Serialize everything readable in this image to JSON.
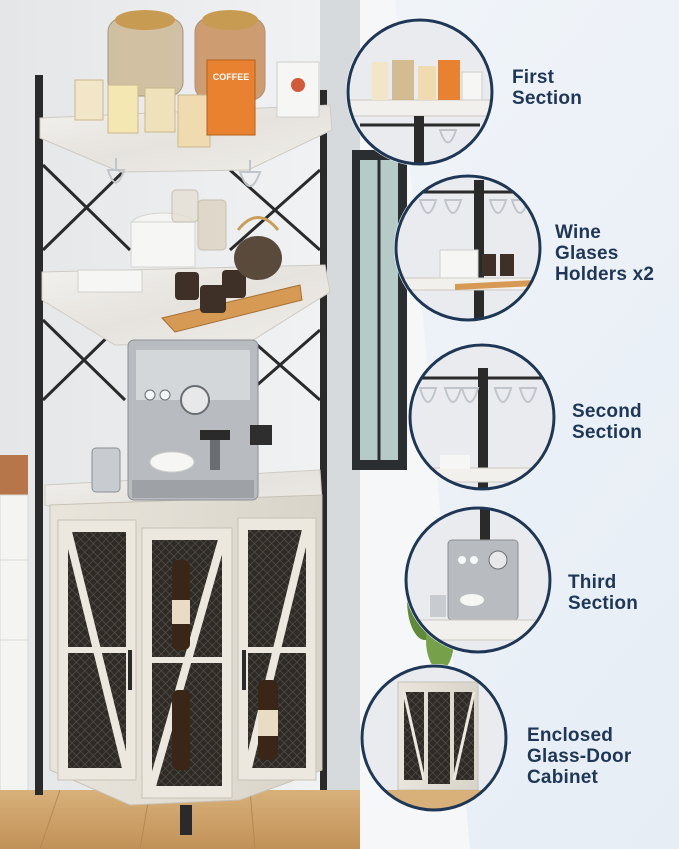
{
  "colors": {
    "background": "#eef1f4",
    "accent": "#5b9bd5",
    "label_text": "#1f3757",
    "cabinet_white": "#ece8e0",
    "frame_black": "#2a2a2a",
    "floor_wood": "#c9a36a"
  },
  "callouts": [
    {
      "id": "first",
      "label": "First\nSection"
    },
    {
      "id": "wine",
      "label": "Wine\nGlases\nHolders x2"
    },
    {
      "id": "second",
      "label": "Second\nSection"
    },
    {
      "id": "third",
      "label": "Third\nSection"
    },
    {
      "id": "cabinet",
      "label": "Enclosed\nGlass-Door\nCabinet"
    }
  ],
  "product_text": {
    "coffee_box": "COFFEE"
  }
}
